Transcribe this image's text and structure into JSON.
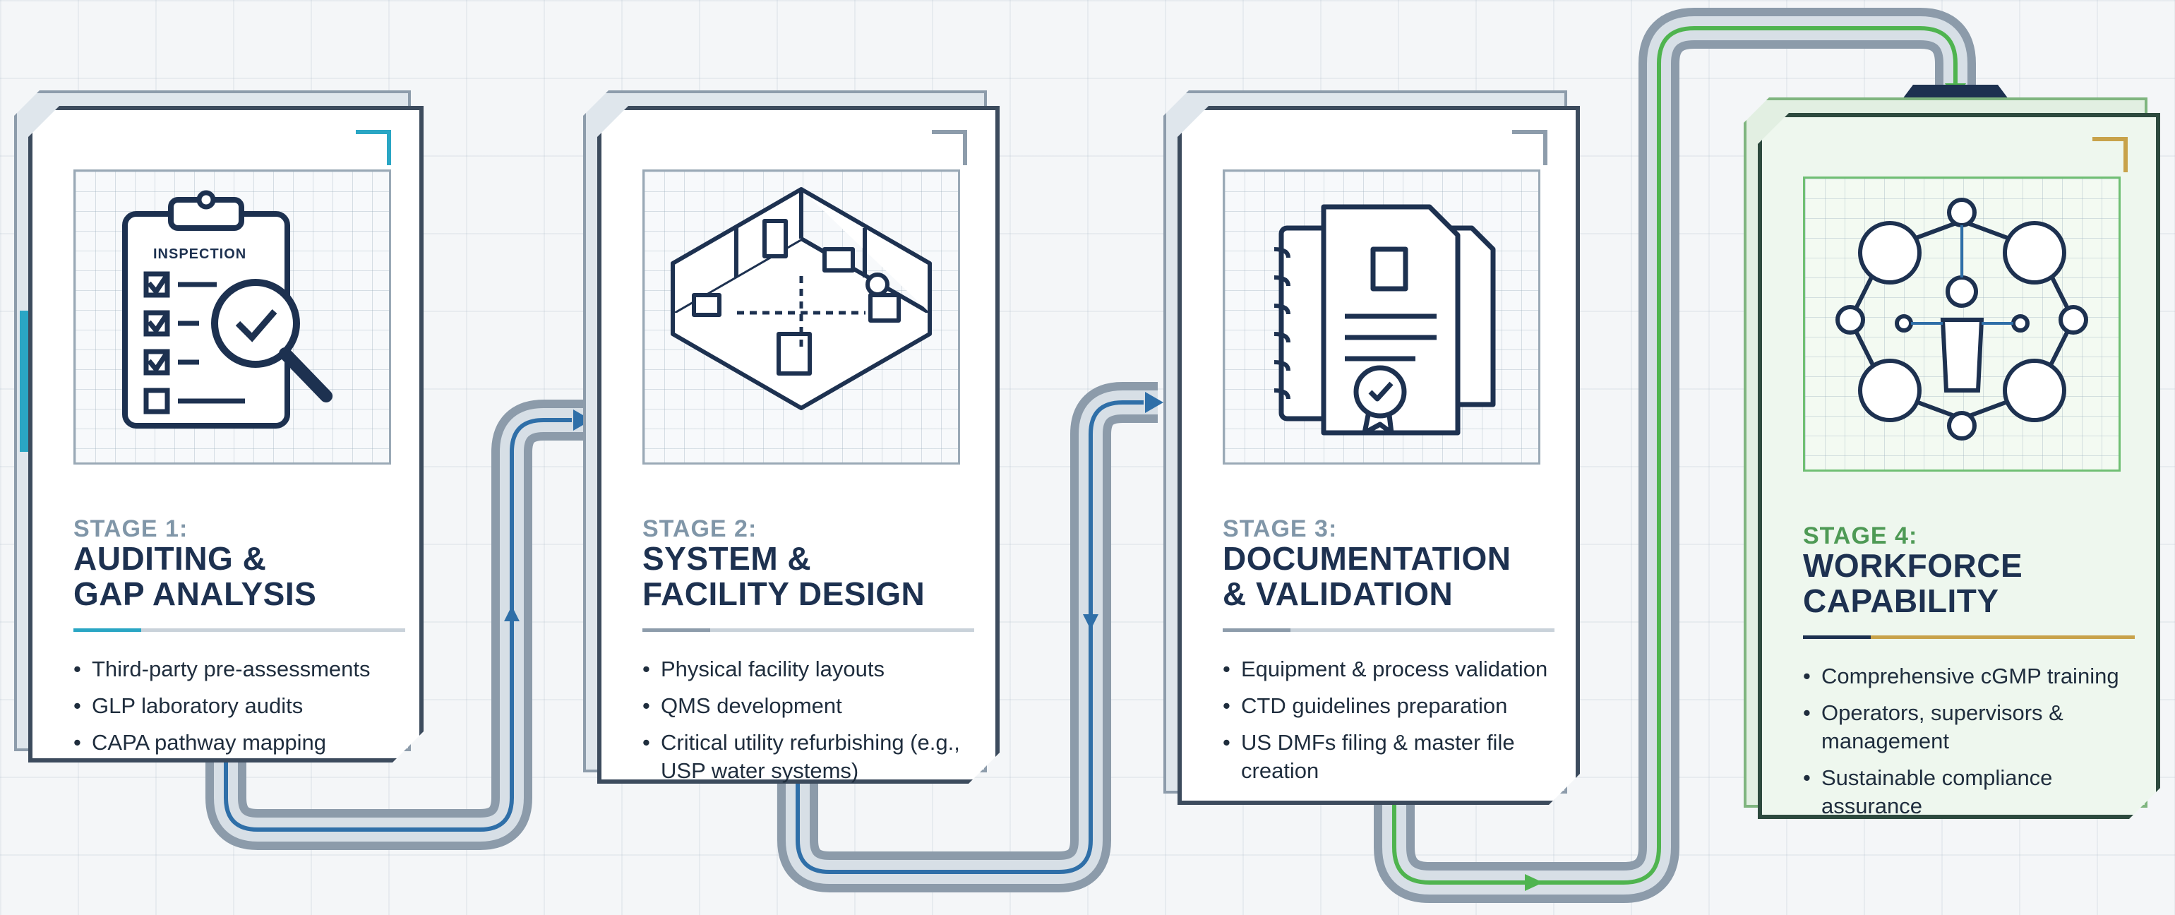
{
  "stages": [
    {
      "label": "STAGE 1:",
      "title_line1": "AUDITING &",
      "title_line2": "GAP ANALYSIS",
      "icon": "inspection-clipboard-icon",
      "icon_text": "INSPECTION",
      "bullets": [
        "Third-party pre-assessments",
        "GLP laboratory audits",
        "CAPA pathway mapping"
      ],
      "accent_color": "#2aa6c4"
    },
    {
      "label": "STAGE 2:",
      "title_line1": "SYSTEM &",
      "title_line2": "FACILITY DESIGN",
      "icon": "facility-layout-icon",
      "bullets": [
        "Physical facility layouts",
        "QMS development",
        "Critical utility refurbishing (e.g., USP water systems)"
      ],
      "accent_color": "#8d9cab"
    },
    {
      "label": "STAGE 3:",
      "title_line1": "DOCUMENTATION",
      "title_line2": "& VALIDATION",
      "icon": "document-certificate-icon",
      "bullets": [
        "Equipment & process validation",
        "CTD guidelines preparation",
        "US DMFs filing & master file creation"
      ],
      "accent_color": "#8d9cab"
    },
    {
      "label": "STAGE 4:",
      "title_line1": "WORKFORCE",
      "title_line2": "CAPABILITY",
      "icon": "workforce-network-icon",
      "bullets": [
        "Comprehensive cGMP training",
        "Operators, supervisors & management",
        "Sustainable compliance assurance"
      ],
      "accent_color": "#c8a24a"
    }
  ],
  "colors": {
    "dark_navy": "#1d3150",
    "connector_blue": "#2f6fa8",
    "connector_green": "#4fb44f",
    "stage4_glow": "#5cc85c"
  }
}
